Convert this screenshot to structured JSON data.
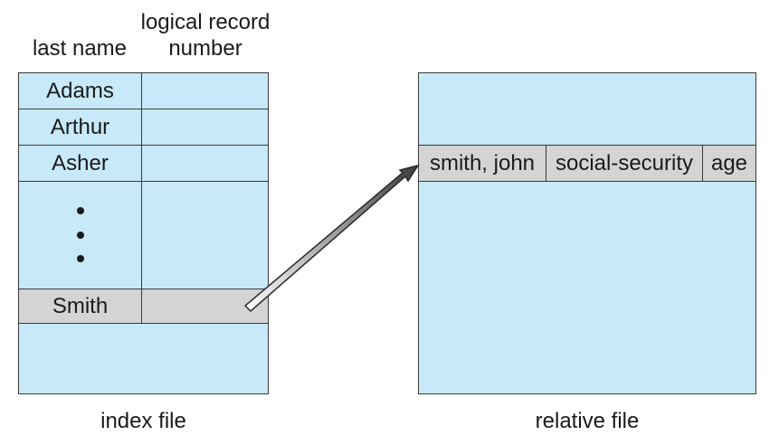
{
  "headers": {
    "last_name": "last name",
    "logical_record_line1": "logical record",
    "logical_record_line2": "number"
  },
  "index_file": {
    "caption": "index file",
    "entries": [
      "Adams",
      "Arthur",
      "Asher",
      "Smith"
    ],
    "highlight_color": "#d4d4d4",
    "fill_color": "#c7e9f9"
  },
  "relative_file": {
    "caption": "relative file",
    "record": {
      "name": "smith, john",
      "ssn": "social-security",
      "age": "age"
    },
    "highlight_color": "#d4d4d4",
    "fill_color": "#c7e9f9"
  },
  "arrow": {
    "from": "Smith",
    "to": "smith, john",
    "fill_color": "#8a8a8a"
  }
}
